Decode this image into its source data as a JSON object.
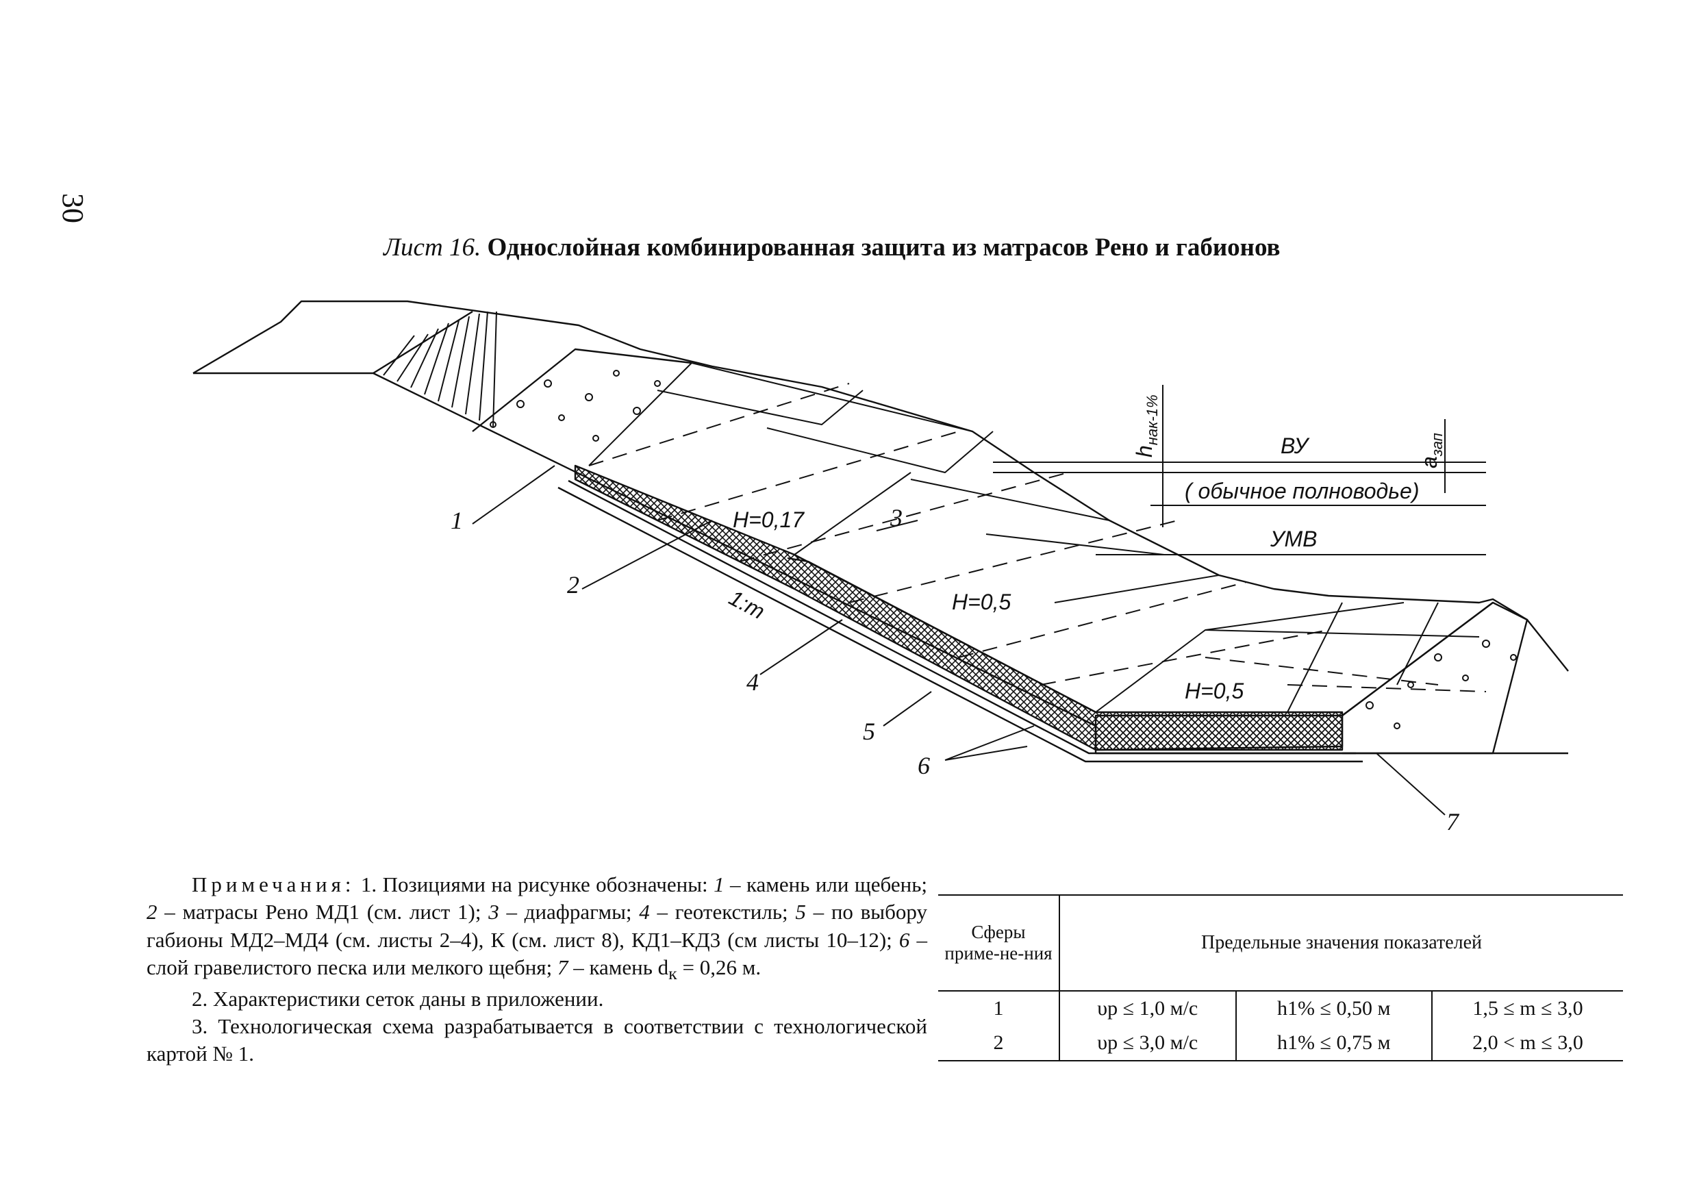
{
  "page_number": "30",
  "sheet_title": {
    "number": "Лист 16.",
    "name": "Однослойная комбинированная защита из матрасов Рено и габионов"
  },
  "figure": {
    "callouts": [
      "1",
      "2",
      "3",
      "4",
      "5",
      "6",
      "7"
    ],
    "slope_label": "1:m",
    "thickness_labels": [
      "H=0,17",
      "H=0,5",
      "H=0,5"
    ],
    "levels": {
      "high_water": "ВУ",
      "high_water_note": "( обычное полноводье)",
      "low_water": "УМВ",
      "wave_height": "h",
      "wave_height_sub": "нак-1%",
      "freeboard": "a",
      "freeboard_sub": "зап"
    }
  },
  "notes": {
    "heading": "Примечания:",
    "items": [
      {
        "parts": [
          {
            "t": " 1. Позициями на рисунке обозначены: ",
            "i": false
          },
          {
            "t": "1",
            "i": true
          },
          {
            "t": " – камень или щебень; ",
            "i": false
          },
          {
            "t": "2",
            "i": true
          },
          {
            "t": " – матрасы Рено МД1 (см. лист 1); ",
            "i": false
          },
          {
            "t": "3",
            "i": true
          },
          {
            "t": " – диафрагмы; ",
            "i": false
          },
          {
            "t": "4",
            "i": true
          },
          {
            "t": " – геотекстиль; ",
            "i": false
          },
          {
            "t": "5",
            "i": true
          },
          {
            "t": " – по выбору габионы МД2–МД4 (см. листы 2–4), К (см. лист 8), КД1–КД3 (см листы 10–12); ",
            "i": false
          },
          {
            "t": "6",
            "i": true
          },
          {
            "t": " – слой гравелистого песка или мелкого щебня; ",
            "i": false
          },
          {
            "t": "7",
            "i": true
          },
          {
            "t": " – камень d",
            "i": false
          },
          {
            "t": "к",
            "i": false,
            "sub": true
          },
          {
            "t": " = 0,26 м.",
            "i": false
          }
        ]
      },
      "2. Характеристики сеток даны в приложении.",
      "3. Технологическая схема разрабатывается в соответствии с технологической картой № 1."
    ]
  },
  "table": {
    "headers": [
      "Сферы приме-не-ния",
      "Предельные значения показателей"
    ],
    "rows": [
      {
        "sphere": "1",
        "velocity": "υр ≤ 1,0 м/с",
        "wave": "h1% ≤ 0,50 м",
        "slope": "1,5 ≤ m ≤ 3,0"
      },
      {
        "sphere": "2",
        "velocity": "υр ≤ 3,0 м/с",
        "wave": "h1% ≤ 0,75 м",
        "slope": "2,0 < m ≤ 3,0"
      }
    ]
  }
}
